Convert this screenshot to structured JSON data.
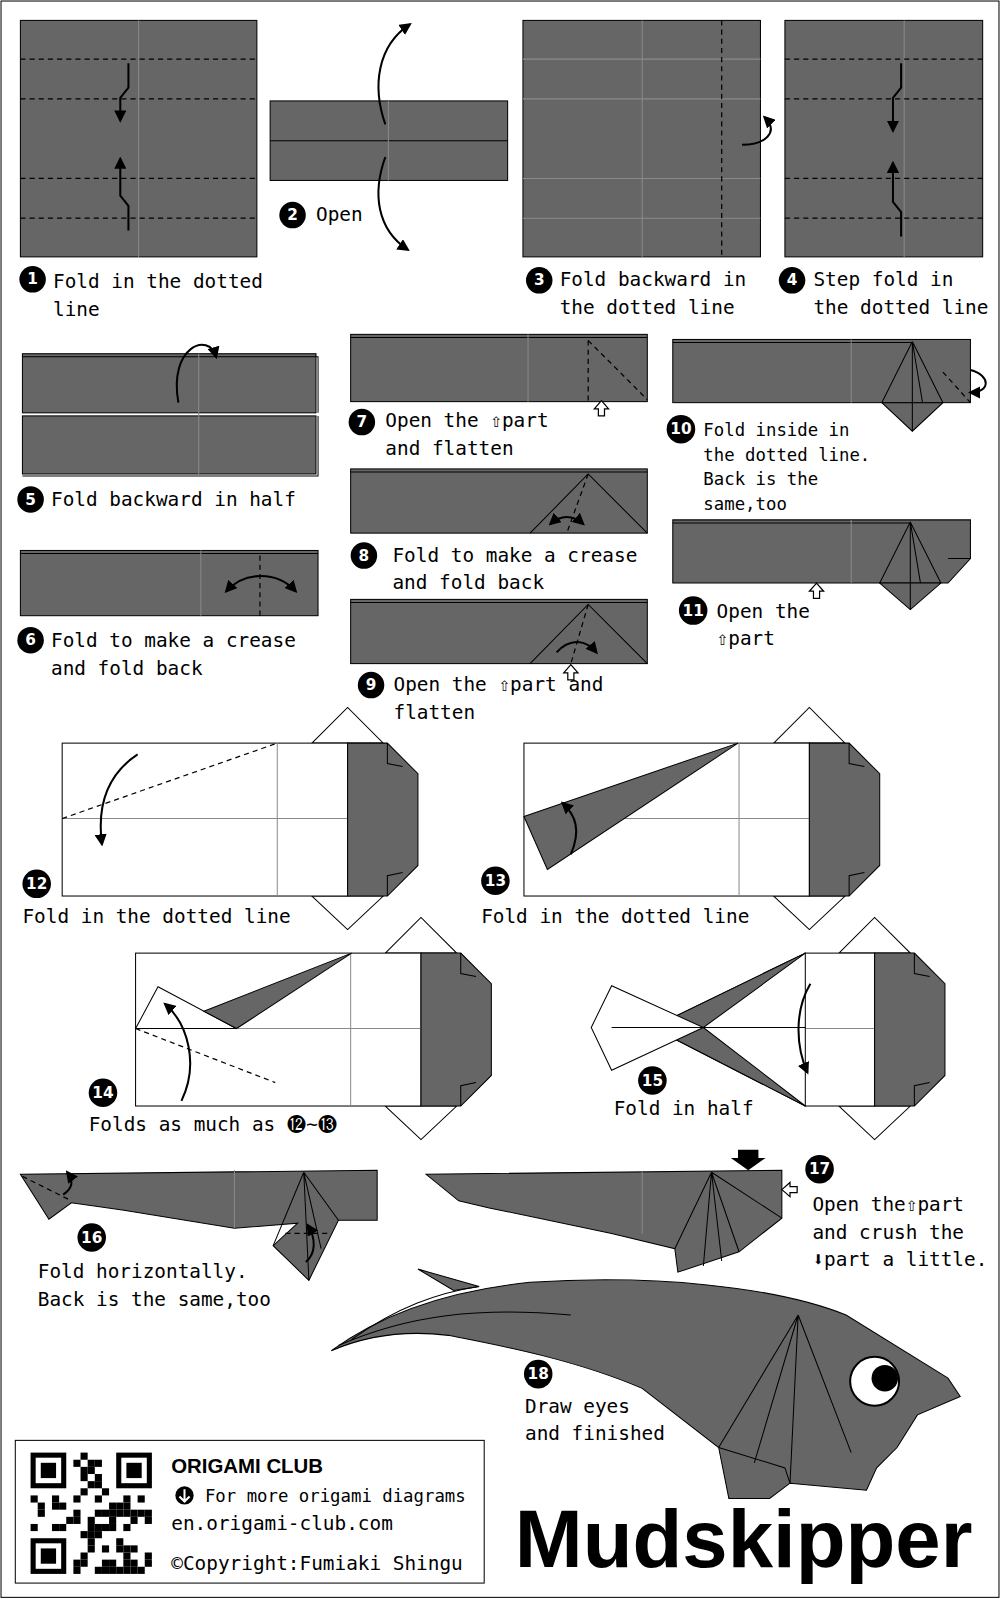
{
  "diagram": {
    "title": "Mudskipper",
    "nodes": [
      {
        "text": [
          "1"
        ]
      },
      {
        "text": [
          "2"
        ]
      },
      {
        "text": [
          "3"
        ]
      },
      {
        "text": [
          "4"
        ]
      },
      {
        "text": [
          "5"
        ]
      },
      {
        "text": [
          "6"
        ]
      },
      {
        "text": [
          "7"
        ]
      },
      {
        "text": [
          "8"
        ]
      },
      {
        "text": [
          "9"
        ]
      },
      {
        "text": [
          "10"
        ]
      },
      {
        "text": [
          "11"
        ]
      },
      {
        "text": [
          "12"
        ]
      },
      {
        "text": [
          "13"
        ]
      },
      {
        "text": [
          "14"
        ]
      },
      {
        "text": [
          "15"
        ]
      },
      {
        "text": [
          "16"
        ]
      },
      {
        "text": [
          "17"
        ]
      },
      {
        "text": [
          "18"
        ]
      }
    ],
    "labels": [
      "Fold in the dotted line",
      "Open",
      "Fold backward in the dotted line",
      "Step fold in the dotted line",
      "Fold backward in half",
      "Fold to make a crease and fold back",
      "Open the ⇧part and flatten",
      "Fold inside in the dotted line. Back is the same,too",
      "Fold to make a crease and fold back",
      "Open the ⇧part",
      "Open the ⇧part and flatten",
      "Fold in the dotted line",
      "Fold in the dotted line",
      "Folds as much as ⓬~⓭",
      "Fold in half",
      "Fold horizontally. Back is the same,too",
      "Open the⇧part and crush the ⬇part a little.",
      "Draw eyes and finished",
      "ORIGAMI CLUB",
      "For more origami diagrams",
      "en.origami-club.com",
      "©Copyright:Fumiaki Shingu"
    ]
  }
}
